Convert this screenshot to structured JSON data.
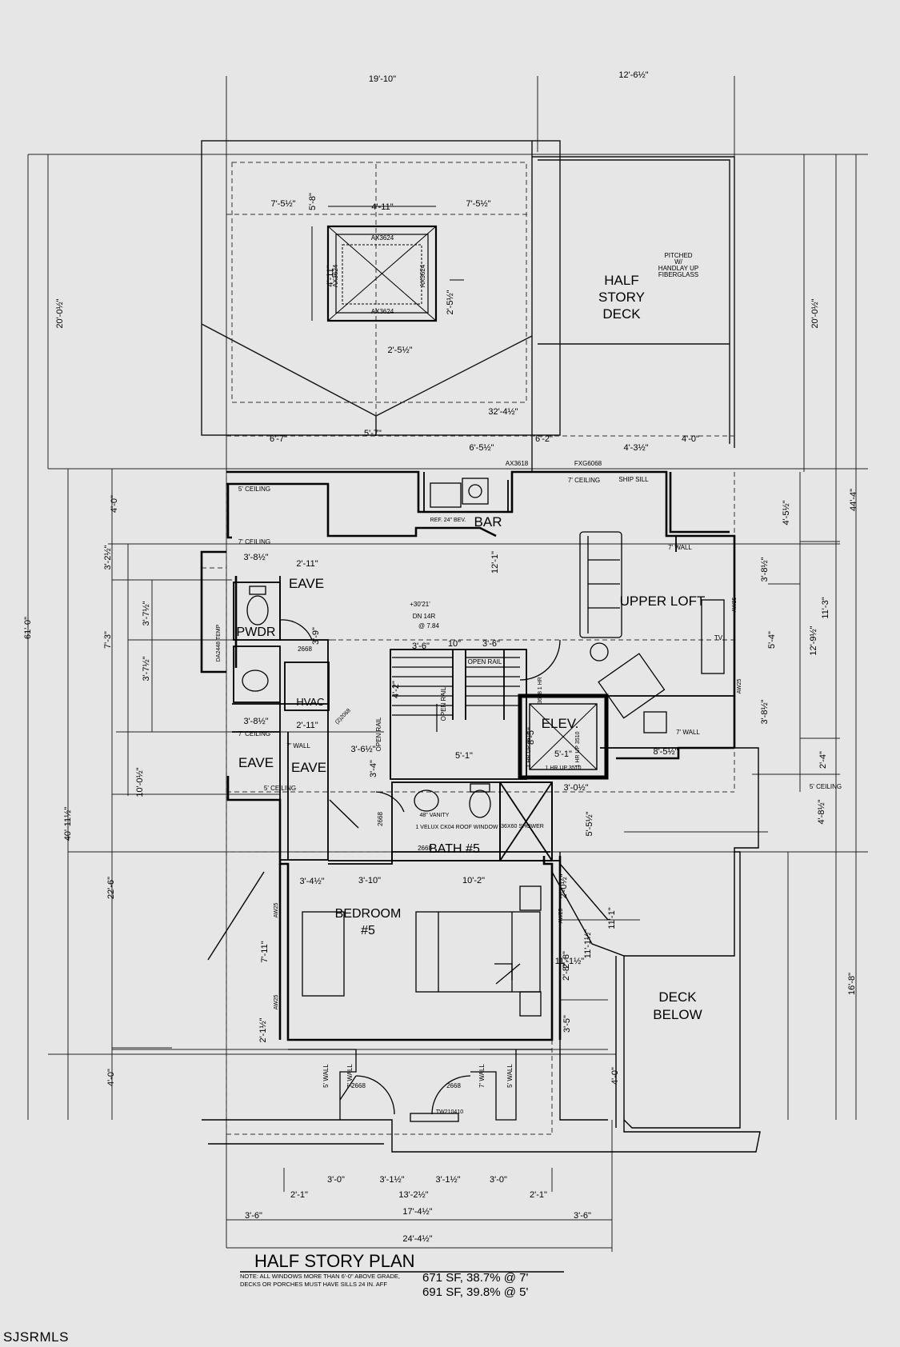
{
  "watermark": "SJSRMLS",
  "title": "HALF STORY PLAN",
  "note_line1": "NOTE: ALL WINDOWS MORE THAN 6'-0\" ABOVE GRADE,",
  "note_line2": "DECKS OR PORCHES MUST HAVE SILLS 24 IN. AFF",
  "area1": "671 SF, 38.7% @ 7'",
  "area2": "691 SF, 39.8% @ 5'",
  "rooms": {
    "half_story_deck": [
      "HALF",
      "STORY",
      "DECK"
    ],
    "pitched_note": [
      "PITCHED",
      "W/",
      "HANDLAY UP",
      "FIBERGLASS"
    ],
    "bar": "BAR",
    "upper_loft": "UPPER LOFT",
    "eave": "EAVE",
    "pwdr": "PWDR",
    "hvac": "HVAC",
    "elev": "ELEV.",
    "bath": "BATH #5",
    "bedroom": [
      "BEDROOM",
      "#5"
    ],
    "deck_below": [
      "DECK",
      "BELOW"
    ]
  },
  "small_labels": [
    "AX3624",
    "AX3624",
    "AX3624",
    "AX3624",
    "5' CEILING",
    "7' CEILING",
    "7' CEILING",
    "7' WALL",
    "7' WALL",
    "7' WALL",
    "5' CEILING",
    "5' CEILING",
    "OPEN RAIL",
    "OPEN RAIL",
    "OPEN RAIL",
    "2668",
    "2668",
    "2668",
    "2668",
    "2668",
    "AX3618",
    "FXG6068",
    "7' CEILING",
    "SHIP SILL",
    "REF. 24\" BEV.",
    "TV",
    "48\" VANITY",
    "1 VELUX CK04 ROOF WINDOW",
    "36X60 SHOWER",
    "1 HR UP 3510",
    "1 HR UP 3510",
    "1 HR UP 3510",
    "3668 1 HR",
    "DN 14R",
    "+30'21'",
    "@ 7.84",
    "AW25",
    "AW25",
    "AW25",
    "AW25",
    "AW25",
    "TW210410",
    "5' WALL",
    "7' WALL",
    "7' WALL",
    "5' WALL",
    "DA2448 TEMP",
    "(2)2068"
  ],
  "dimensions": [
    "19'-10\"",
    "12'-6½\"",
    "7'-5½\"",
    "5'-8\"",
    "4'-11\"",
    "7'-5½\"",
    "4'-11\"",
    "2'-5½\"",
    "2'-5½\"",
    "20'-0½\"",
    "20'-0½\"",
    "32'-4½\"",
    "5'-7\"",
    "6'-7\"",
    "6'-2\"",
    "4'-0\"",
    "6'-5½\"",
    "4'-3½\"",
    "4'-0\"",
    "44'-4\"",
    "3'-2½\"",
    "4'-5½\"",
    "3'-8½\"",
    "2'-11\"",
    "12'-1\"",
    "3'-7½\"",
    "3'-9\"",
    "3'-8½\"",
    "11'-3\"",
    "61'-0\"",
    "7'-3\"",
    "3'-6\"",
    "10\"",
    "3'-6\"",
    "5'-4\"",
    "12'-9½\"",
    "3'-7½\"",
    "4'-2\"",
    "3'-8½\"",
    "2'-11\"",
    "3'-8½\"",
    "3'-6½\"",
    "3'-4\"",
    "5'-1\"",
    "8'-5\"",
    "5'-1\"",
    "8'-5½\"",
    "2'-4\"",
    "10'-0½\"",
    "40'-11½\"",
    "3'-0½\"",
    "4'-8½\"",
    "5'-5½\"",
    "22'-6\"",
    "3'-4½\"",
    "3'-10\"",
    "10'-2\"",
    "2'-0½\"",
    "11'-1\"",
    "7'-11\"",
    "11'-1½\"",
    "2'-8\"",
    "11'-1½\"",
    "2'-8\"",
    "16'-8\"",
    "3'-5\"",
    "2'-1½\"",
    "4'-0\"",
    "4'-0\"",
    "3'-0\"",
    "3'-1½\"",
    "3'-1½\"",
    "3'-0\"",
    "13'-2½\"",
    "2'-1\"",
    "2'-1\"",
    "17'-4½\"",
    "3'-6\"",
    "3'-6\"",
    "24'-4½\""
  ]
}
